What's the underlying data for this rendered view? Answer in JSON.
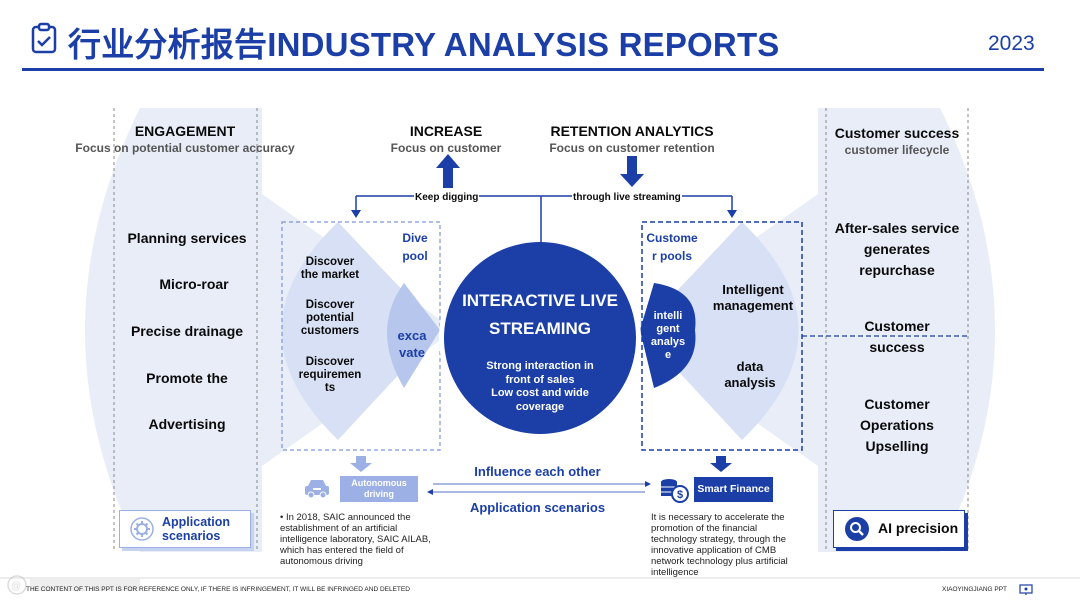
{
  "header": {
    "title": "行业分析报告INDUSTRY ANALYSIS REPORTS",
    "year": "2023"
  },
  "top": {
    "engagement": {
      "title": "ENGAGEMENT",
      "sub": "Focus on potential customer accuracy"
    },
    "increase": {
      "title": "INCREASE",
      "sub": "Focus on customer"
    },
    "retention": {
      "title": "RETENTION ANALYTICS",
      "sub": "Focus on customer retention"
    },
    "success": {
      "title": "Customer success",
      "sub": "customer lifecycle"
    },
    "keep_digging": "Keep digging",
    "through_live": "through live streaming"
  },
  "left_list": [
    "Planning services",
    "Micro-roar",
    "Precise drainage",
    "Promote the",
    "Advertising"
  ],
  "left_inner": {
    "dive_pool": [
      "Dive",
      "pool"
    ],
    "items": [
      [
        "Discover",
        "the market"
      ],
      [
        "Discover",
        "potential",
        "customers"
      ],
      [
        "Discover",
        "requiremen",
        "ts"
      ]
    ],
    "excavate": [
      "exca",
      "vate"
    ]
  },
  "center": {
    "title": [
      "INTERACTIVE LIVE",
      "STREAMING"
    ],
    "lines": [
      "Strong interaction in",
      "front of sales",
      "Low cost and wide",
      "coverage"
    ]
  },
  "right_inner": {
    "customer_pools": [
      "Custome",
      "r pools"
    ],
    "intelligent_analyse": [
      "intelli",
      "gent",
      "analys",
      "e"
    ],
    "management": [
      "Intelligent",
      "management"
    ],
    "data_analysis": [
      "data",
      "analysis"
    ]
  },
  "right_list": {
    "after_sales": [
      "After-sales service",
      "generates",
      "repurchase"
    ],
    "customer_success": [
      "Customer",
      "success"
    ],
    "customer_ops": [
      "Customer",
      "Operations",
      "Upselling"
    ]
  },
  "bottom": {
    "autonomous": [
      "Autonomous",
      "driving"
    ],
    "influence": "Influence each other",
    "application_scenarios": "Application scenarios",
    "smart_finance": "Smart Finance",
    "left_box": [
      "Application",
      "scenarios"
    ],
    "ai_precision": "AI precision",
    "left_desc": [
      "• In 2018, SAIC announced the",
      "establishment of an artificial",
      "intelligence laboratory, SAIC AILAB,",
      "which has entered the field of",
      "autonomous driving"
    ],
    "right_desc": [
      "It is necessary to accelerate the",
      "promotion of the financial",
      "technology strategy, through the",
      "innovative application of CMB",
      "network technology plus artificial",
      "intelligence"
    ]
  },
  "footer": {
    "left": "THE CONTENT OF THIS PPT IS FOR REFERENCE ONLY, IF THERE IS INFRINGEMENT, IT WILL BE INFRINGED AND DELETED",
    "right": "XIAOYINGJIANG PPT"
  },
  "colors": {
    "primary": "#1b3fa6",
    "light": "#dfe6f7",
    "mid": "#c5d2f0"
  }
}
